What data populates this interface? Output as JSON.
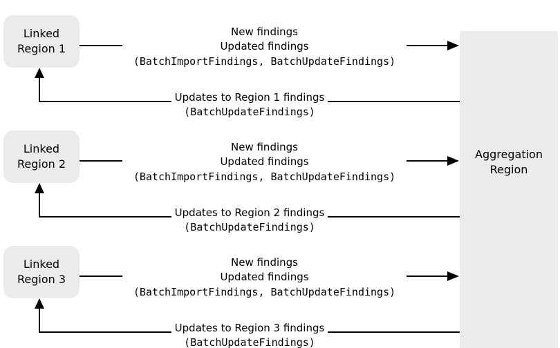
{
  "aggregation": {
    "line1": "Aggregation",
    "line2": "Region"
  },
  "regions": [
    {
      "name_line1": "Linked",
      "name_line2": "Region 1",
      "forward_line1": "New findings",
      "forward_line2": "Updated findings",
      "forward_apis": "(BatchImportFindings, BatchUpdateFindings)",
      "return_label": "Updates to Region 1 findings",
      "return_apis": "(BatchUpdateFindings)"
    },
    {
      "name_line1": "Linked",
      "name_line2": "Region 2",
      "forward_line1": "New findings",
      "forward_line2": "Updated findings",
      "forward_apis": "(BatchImportFindings, BatchUpdateFindings)",
      "return_label": "Updates to Region 2 findings",
      "return_apis": "(BatchUpdateFindings)"
    },
    {
      "name_line1": "Linked",
      "name_line2": "Region 3",
      "forward_line1": "New findings",
      "forward_line2": "Updated findings",
      "forward_apis": "(BatchImportFindings, BatchUpdateFindings)",
      "return_label": "Updates to Region 3 findings",
      "return_apis": "(BatchUpdateFindings)"
    }
  ],
  "colors": {
    "box_fill": "#ebebeb",
    "line": "#000000",
    "background": "#ffffff"
  }
}
